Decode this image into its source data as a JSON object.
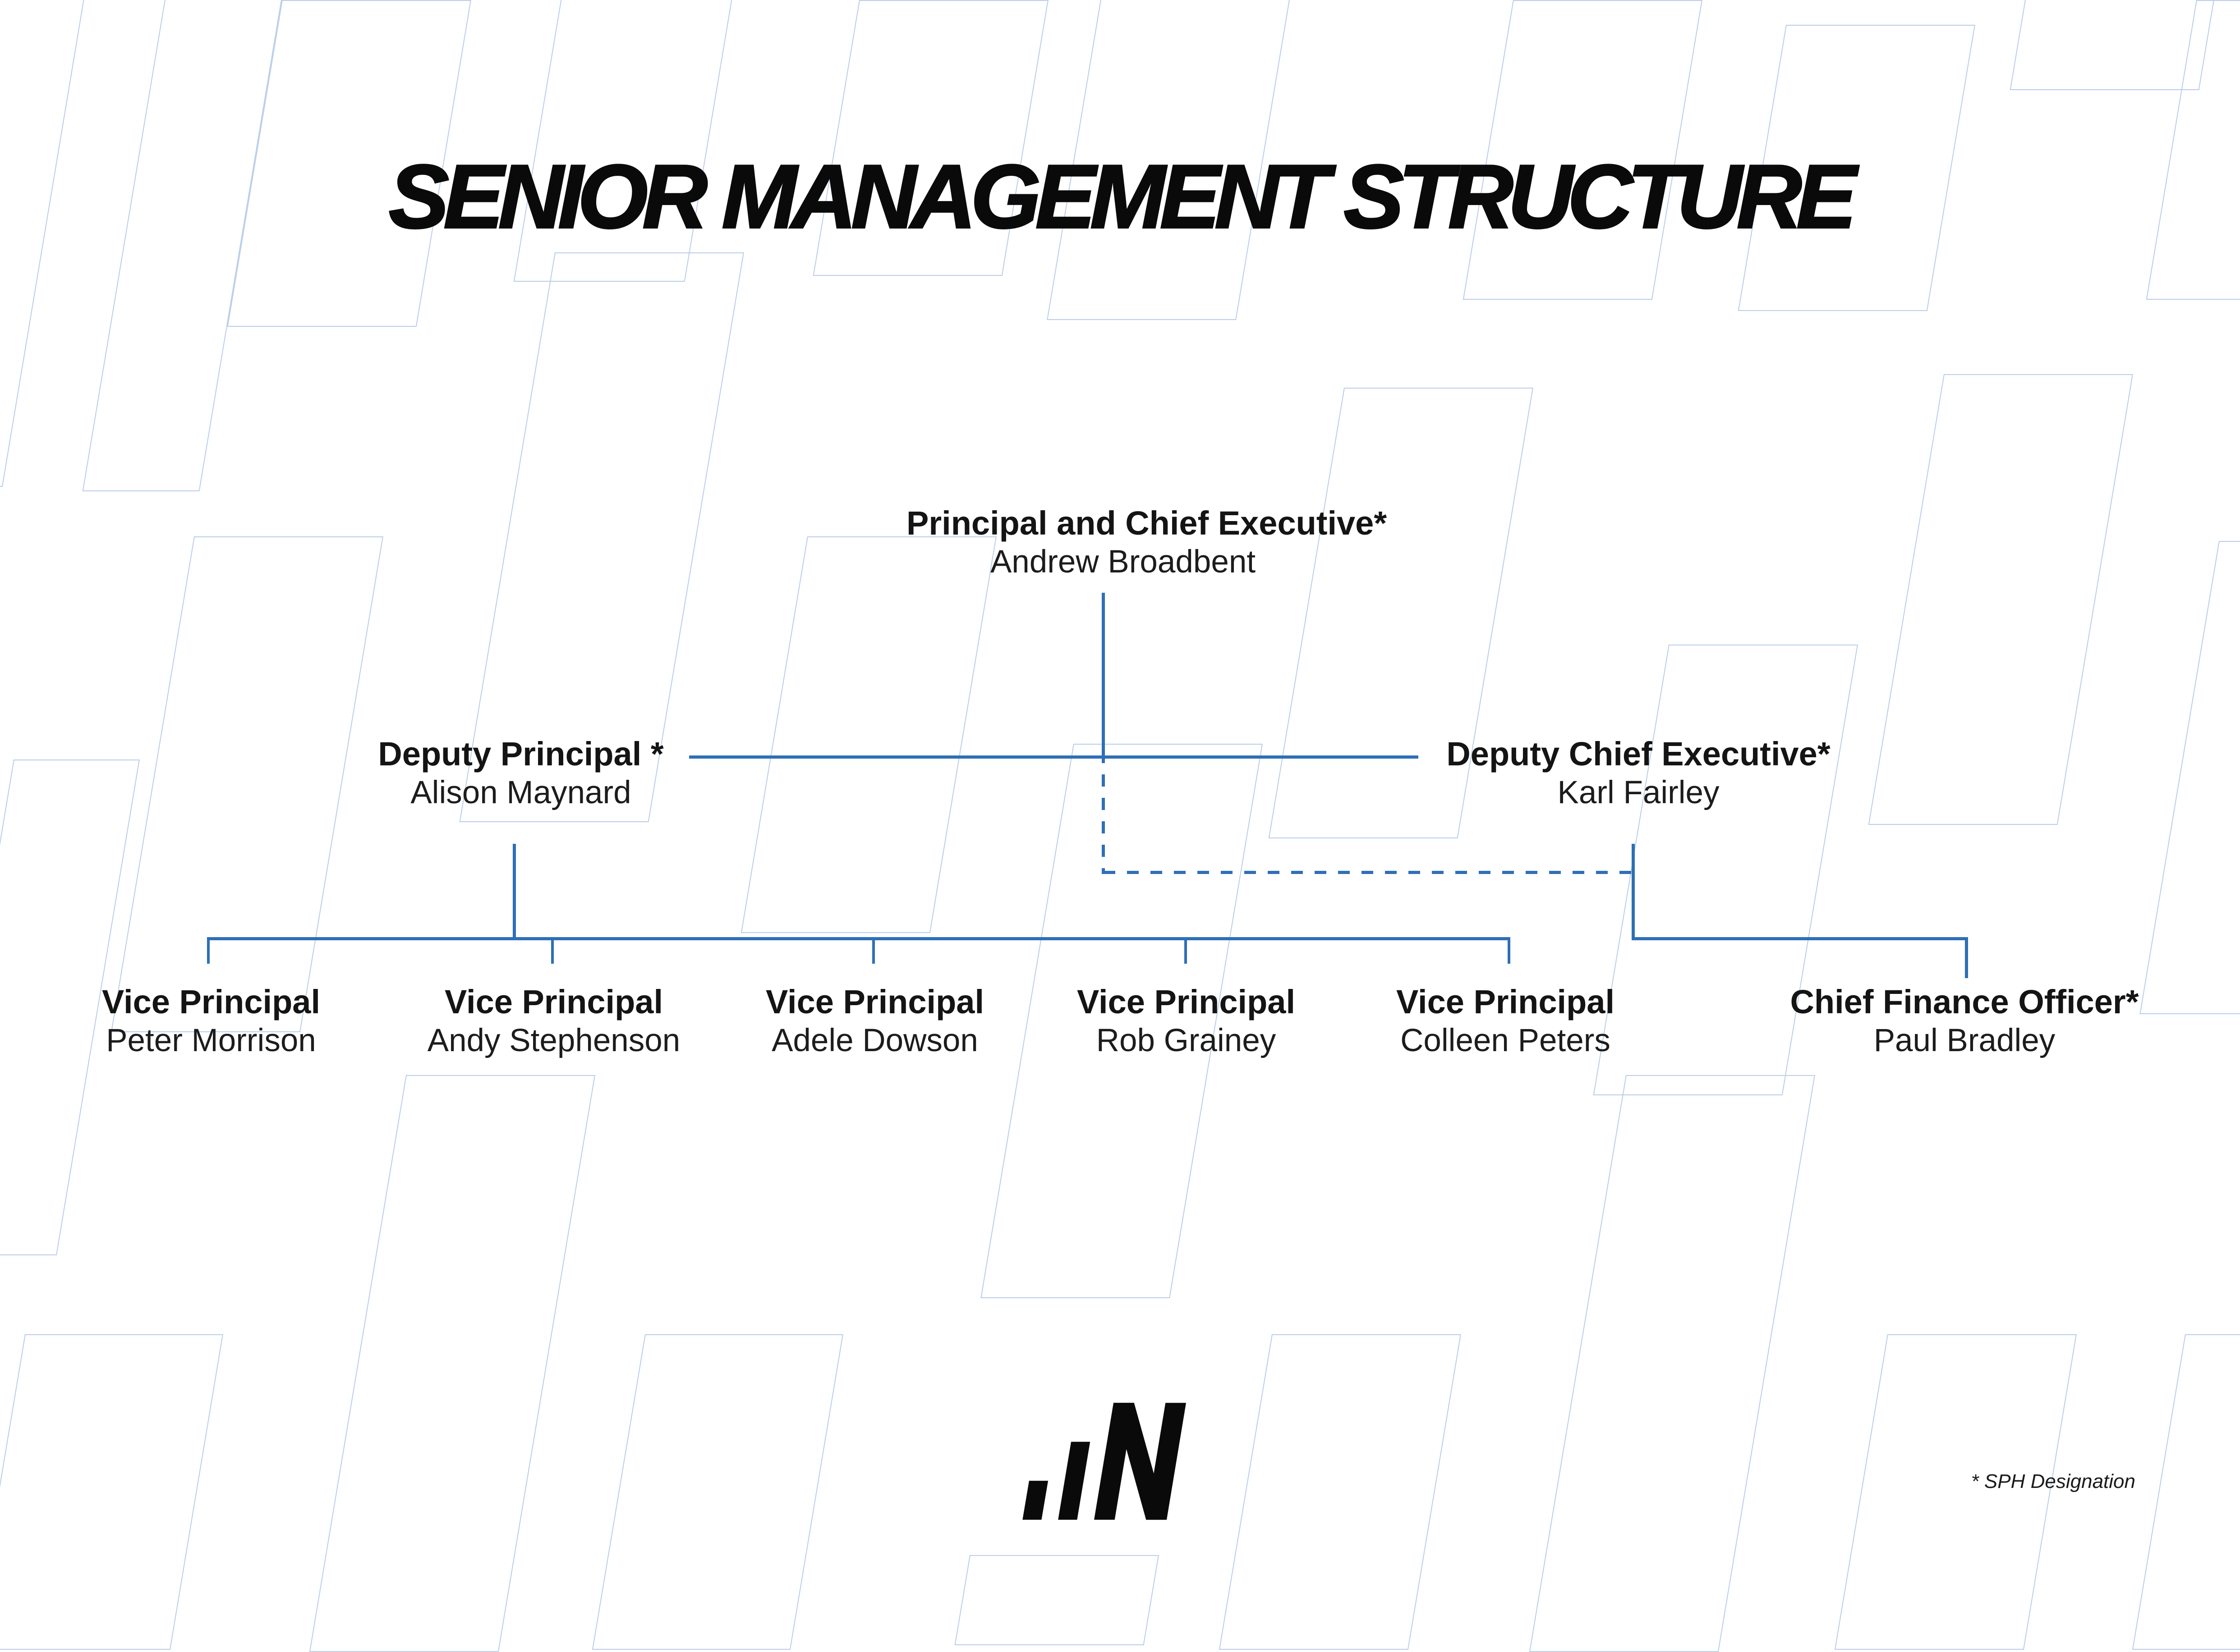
{
  "title": "SENIOR MANAGEMENT STRUCTURE",
  "footnote": "* SPH Designation",
  "nodes": {
    "principal": {
      "role": "Principal and Chief Executive*",
      "name": "Andrew Broadbent"
    },
    "deputy_left": {
      "role": "Deputy Principal *",
      "name": "Alison Maynard"
    },
    "deputy_right": {
      "role": "Deputy Chief Executive*",
      "name": "Karl Fairley"
    },
    "vp1": {
      "role": "Vice Principal",
      "name": "Peter Morrison"
    },
    "vp2": {
      "role": "Vice Principal",
      "name": "Andy Stephenson"
    },
    "vp3": {
      "role": "Vice Principal",
      "name": "Adele Dowson"
    },
    "vp4": {
      "role": "Vice Principal",
      "name": "Rob Grainey"
    },
    "vp5": {
      "role": "Vice Principal",
      "name": "Colleen Peters"
    },
    "cfo": {
      "role": "Chief Finance Officer*",
      "name": "Paul Bradley"
    }
  },
  "colors": {
    "connector": "#2e6fb7",
    "pattern_outline": "#b9cde9",
    "text": "#111111",
    "background": "#ffffff",
    "logo": "#0a0a0a"
  },
  "logo": {
    "icon": "bar-chart-n-logo"
  }
}
